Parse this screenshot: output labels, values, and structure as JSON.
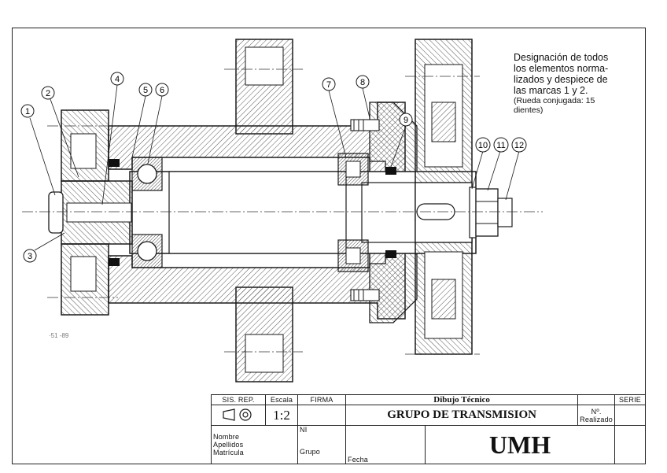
{
  "balloons": [
    "1",
    "2",
    "3",
    "4",
    "5",
    "6",
    "7",
    "8",
    "9",
    "10",
    "11",
    "12"
  ],
  "note": {
    "line1": "Designación de todos",
    "line2": "los elementos norma-",
    "line3": "lizados y despiece de",
    "line4": "las marcas 1 y 2.",
    "line5": "(Rueda conjugada: 15",
    "line6": "dientes)"
  },
  "scribble": "·51 -89",
  "title_block": {
    "sis_rep_label": "SIS. REP.",
    "escala_label": "Escala",
    "firma_label": "FIRMA",
    "course": "Dibujo Técnico",
    "serie_label": "SERIE",
    "scale_value": "1:2",
    "drawing_title": "GRUPO DE TRANSMISION",
    "numero_label": "Nº.",
    "realizado_label": "Realizado",
    "nombre_label": "Nombre",
    "ni_label": "NI",
    "apellidos_label": "Apellidos",
    "matricula_label": "Matrícula",
    "grupo_label": "Grupo",
    "fecha_label": "Fecha",
    "institution": "UMH"
  },
  "colors": {
    "line": "#1a1a1a",
    "hatch": "#555555",
    "paper": "#ffffff"
  }
}
